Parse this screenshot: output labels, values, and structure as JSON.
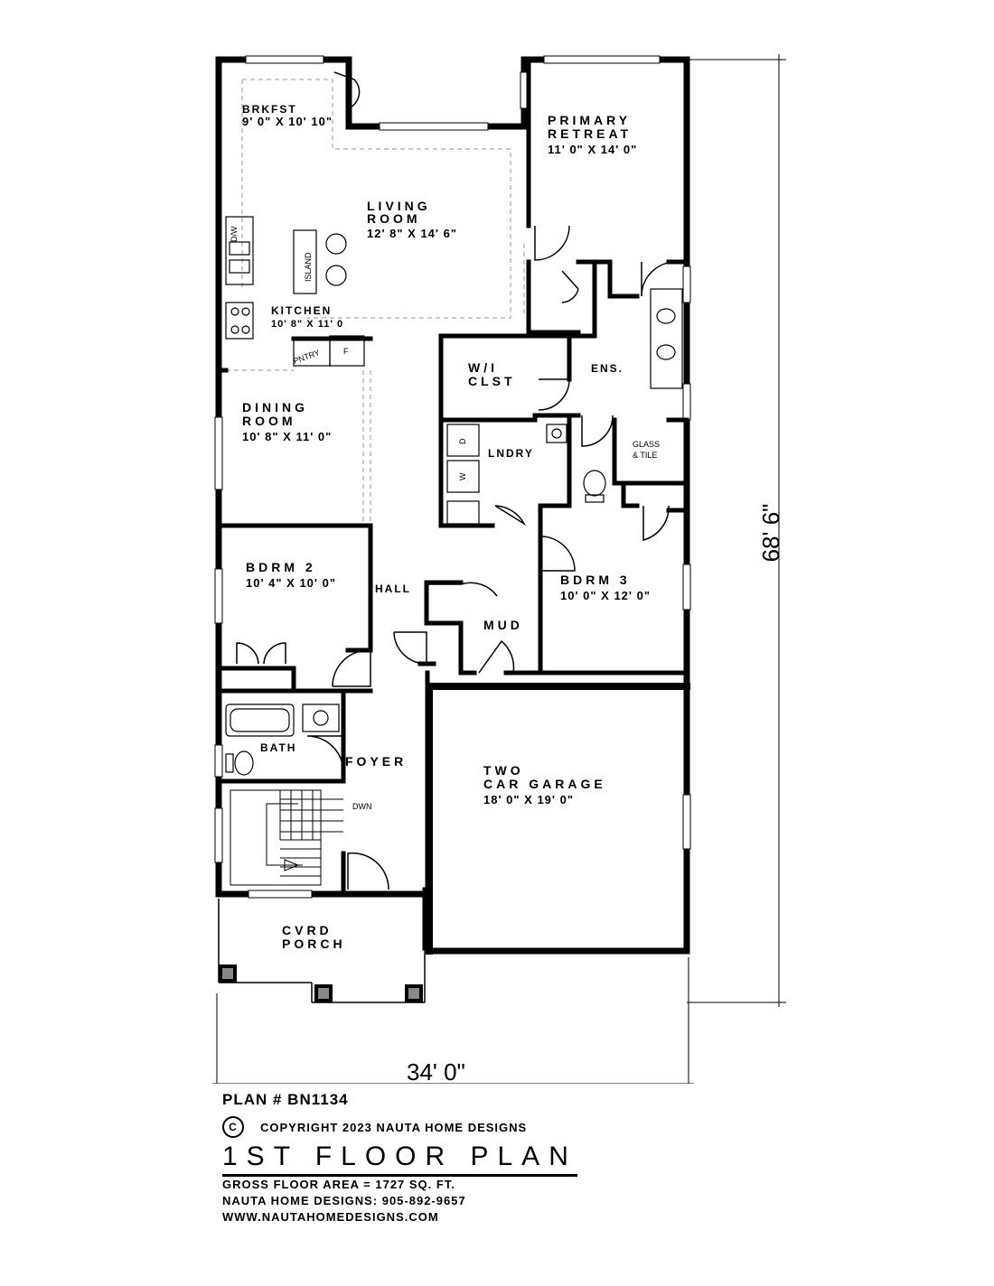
{
  "plan": {
    "overall_width": "34' 0\"",
    "overall_depth": "68' 6\""
  },
  "rooms": {
    "brkfst": {
      "name": "BRKFST",
      "size": "9' 0\" X 10' 10\""
    },
    "living": {
      "name1": "LIVING",
      "name2": "ROOM",
      "size": "12' 8\" X 14' 6\""
    },
    "primary": {
      "name1": "PRIMARY",
      "name2": "RETREAT",
      "size": "11' 0\" X 14' 0\""
    },
    "kitchen": {
      "name": "KITCHEN",
      "size": "10' 8\" X 11' 0"
    },
    "dining": {
      "name1": "DINING",
      "name2": "ROOM",
      "size": "10' 8\" X 11' 0\""
    },
    "wi_clst": {
      "name1": "W/I",
      "name2": "CLST"
    },
    "ens": {
      "name": "ENS."
    },
    "lndry": {
      "name": "LNDRY"
    },
    "glass_tile": {
      "line1": "GLASS",
      "line2": "& TILE"
    },
    "bdrm2": {
      "name": "BDRM 2",
      "size": "10' 4\" X 10' 0\""
    },
    "bdrm3": {
      "name": "BDRM 3",
      "size": "10' 0\" X 12' 0\""
    },
    "hall": {
      "name": "HALL"
    },
    "mud": {
      "name": "MUD"
    },
    "bath": {
      "name": "BATH"
    },
    "foyer": {
      "name": "FOYER"
    },
    "garage": {
      "name1": "TWO",
      "name2": "CAR GARAGE",
      "size": "18' 0\" X 19' 0\""
    },
    "porch": {
      "name1": "CVRD",
      "name2": "PORCH"
    }
  },
  "fixtures": {
    "island": "ISLAND",
    "dw": "D/W",
    "pantry": "PNTRY",
    "fridge": "F",
    "dryer": "D",
    "washer": "W",
    "stairs": "DWN"
  },
  "title_block": {
    "plan_number": "PLAN # BN1134",
    "copyright_symbol": "C",
    "copyright": "COPYRIGHT 2023 NAUTA HOME DESIGNS",
    "title": "1ST FLOOR PLAN",
    "gross_area": "GROSS FLOOR AREA = 1727 SQ. FT.",
    "phone": "NAUTA HOME DESIGNS: 905-892-9657",
    "website": "WWW.NAUTAHOMEDESIGNS.COM"
  }
}
